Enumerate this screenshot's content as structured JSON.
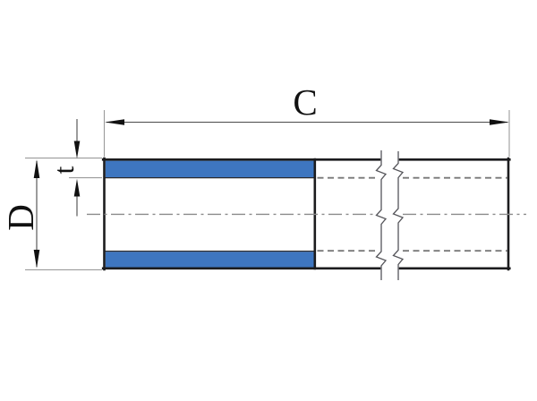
{
  "drawing": {
    "type": "technical-drawing-pipe-section",
    "labels": {
      "length_dimension": "C",
      "diameter_dimension": "D",
      "thickness_dimension": "t"
    },
    "colors": {
      "highlight_fill": "#3e76c0",
      "outline": "#1c1c1e",
      "dimension_line": "#4a4a4a",
      "extension_line": "#9b9b9b",
      "hidden_line": "#787878",
      "centerline": "#8a8a8a",
      "arrow": "#111111",
      "background": "#ffffff"
    }
  }
}
